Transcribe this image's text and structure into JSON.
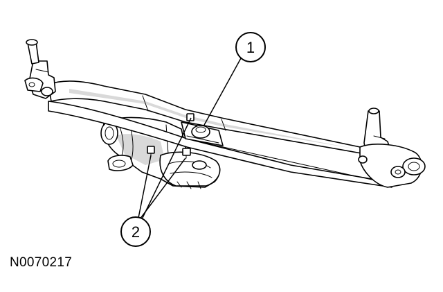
{
  "figure": {
    "id": "N0070217",
    "callouts": [
      {
        "label": "1"
      },
      {
        "label": "2"
      }
    ],
    "colors": {
      "line": "#000000",
      "background": "#ffffff",
      "shade": "#d9d9d9"
    }
  }
}
